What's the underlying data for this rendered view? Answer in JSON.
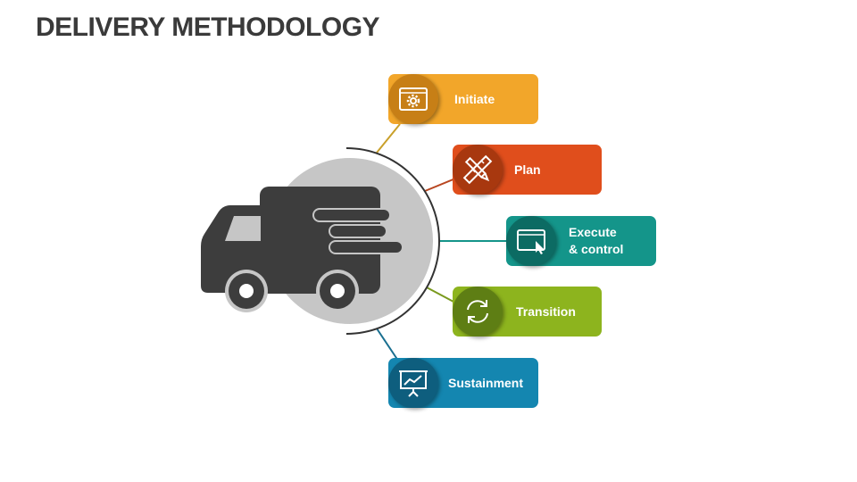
{
  "title": "DELIVERY METHODOLOGY",
  "center": {
    "icon": "delivery-truck-icon"
  },
  "steps": [
    {
      "label": "Initiate",
      "icon": "settings-window-icon",
      "color": "#F2A62A",
      "icon_bg": "#C77F16",
      "line": "#C9A02A"
    },
    {
      "label": "Plan",
      "icon": "pencil-ruler-icon",
      "color": "#E04E1C",
      "icon_bg": "#A8380F",
      "line": "#B84620"
    },
    {
      "label": "Execute\n& control",
      "icon": "window-cursor-icon",
      "color": "#14958A",
      "icon_bg": "#0C6B63",
      "line": "#14958A"
    },
    {
      "label": "Transition",
      "icon": "refresh-icon",
      "color": "#8DB41E",
      "icon_bg": "#5E7E14",
      "line": "#7A9A1E"
    },
    {
      "label": "Sustainment",
      "icon": "presentation-chart-icon",
      "color": "#1486B0",
      "icon_bg": "#0E5E7E",
      "line": "#1A6F90"
    }
  ]
}
